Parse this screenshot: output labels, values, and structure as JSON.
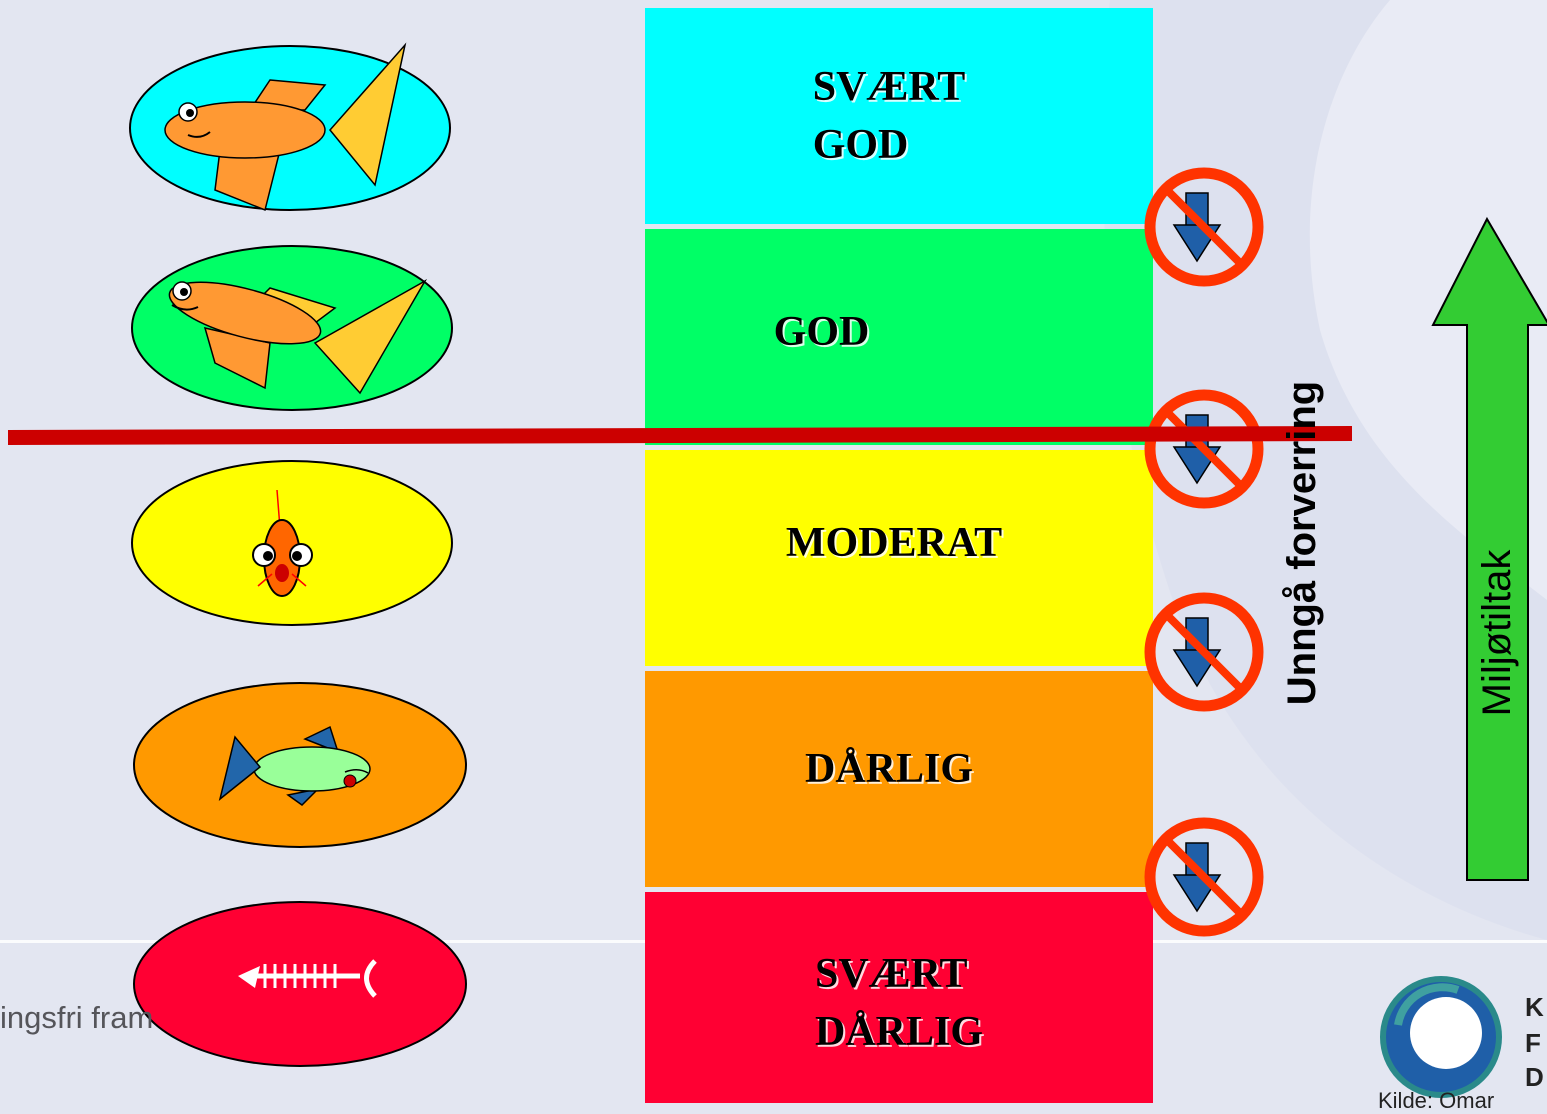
{
  "bands": [
    {
      "label": "SVÆRT\nGOD",
      "color": "#00ffff"
    },
    {
      "label": "GOD",
      "color": "#00ff66"
    },
    {
      "label": "MODERAT",
      "color": "#ffff00"
    },
    {
      "label": "DÅRLIG",
      "color": "#ff9900"
    },
    {
      "label": "SVÆRT\nDÅRLIG",
      "color": "#ff0033"
    }
  ],
  "arrows": {
    "avoid_label": "Unngå forverring",
    "measures_label": "Miljøtiltak",
    "arrow_color": "#33cc33"
  },
  "colors": {
    "boundary_line": "#cc0000",
    "prohibition_ring": "#ff3300",
    "down_arrow": "#1f5fa8"
  },
  "footer": {
    "left_text": "ingsfri fram",
    "org_lines": [
      "K",
      "F",
      "D"
    ],
    "source_text": "Kilde: Omar"
  }
}
